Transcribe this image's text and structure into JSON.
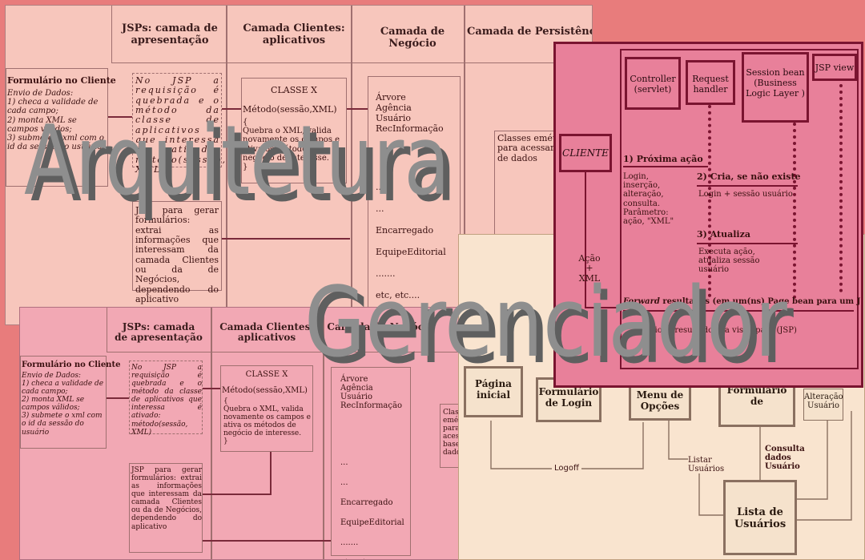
{
  "back_diagram": {
    "headers": [
      "JSPs: camada de apresentação",
      "Camada Clientes: aplicativos",
      "Camada de Negócio",
      "Camada de Persistência"
    ],
    "form_title": "Formulário no Cliente",
    "form_text": "Envio de Dados:\n1) checa a validade de cada campo;\n2) monta XML se campos válidos;\n3) submete o xml com o id da sessão do usuário",
    "jsp_text": "No JSP a requisição é quebrada e o método da classe de aplicativos que interessa é ativado: método(sessão, XML)",
    "jsp_gen_text": "JSP para gerar formulários: extrai as informações que interessam da camada Clientes ou da de Negócios, dependendo do aplicativo",
    "class_title": "CLASSE X",
    "class_method": "Método(sessão,XML)",
    "class_body": "{\nQuebra o XML, valida novamente os campos e ativa os métodos de negócio de interesse.\n}",
    "business_items": [
      "Árvore",
      "Agência",
      "Usuário",
      "RecInformação",
      "...",
      "...",
      "Encarregado",
      "EquipeEditorial",
      ".......",
      "etc, etc...."
    ],
    "persist_text": "Classes emétodos para acessar a base de dados"
  },
  "seq_diagram": {
    "participants": [
      "Controller (servlet)",
      "Request handler",
      "Session bean (Business Logic Layer )",
      "JSP view"
    ],
    "client": "CLIENTE",
    "client_msg": "Ação + XML",
    "step1": "1) Próxima ação",
    "step1_note": "Login, inserção, alteração, consulta. Parâmetro: ação, \"XML\"",
    "step2": "2) Cria, se não existe",
    "step2_note": "Login + sessão usuário",
    "step3": "3) Atualiza",
    "step3_note": "Executa ação, atualiza sessão usuário",
    "step4_italic": "Forward",
    "step4": "resultados (em um(ns)",
    "step4_em": "Page",
    "step4_end": "bean para um JSP view)",
    "step5": "Direciona resultados da visão para (JSP)"
  },
  "flow_diagram": {
    "boxes": [
      "Página inicial",
      "Formulário de Login",
      "Menu de Opções",
      "Formulário de",
      "Alteração Usuário"
    ],
    "list_box": "Lista de Usuários",
    "labels": [
      "Logoff",
      "Listar Usuários",
      "Consulta dados Usuário"
    ]
  },
  "titles": {
    "line1": "Arquitetura",
    "line2": "Gerenciador"
  }
}
